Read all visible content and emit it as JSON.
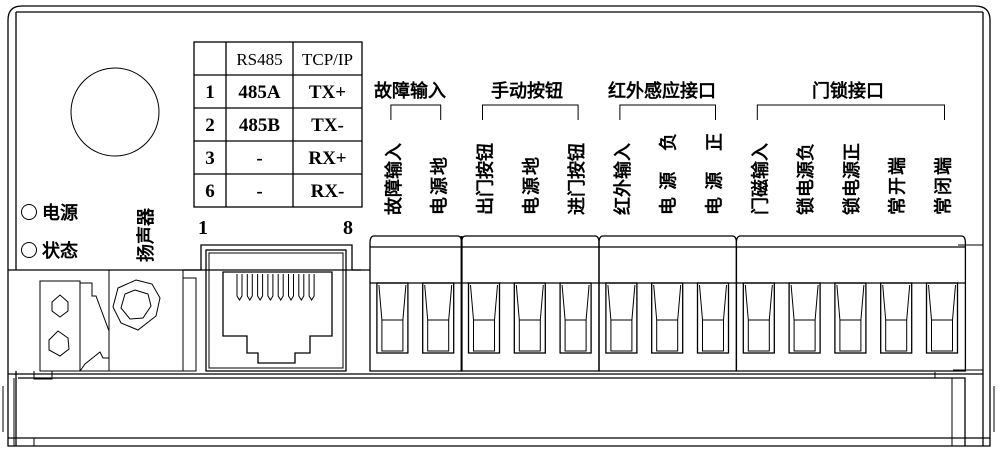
{
  "device": "Access controller front panel wiring diagram",
  "indicators": [
    {
      "label": "电源",
      "icon": "led-indicator-icon"
    },
    {
      "label": "状态",
      "icon": "led-indicator-icon"
    }
  ],
  "speaker_label": "扬声器",
  "rj45": {
    "pin_start": "1",
    "pin_end": "8"
  },
  "pin_table": {
    "headers": [
      "",
      "RS485",
      "TCP/IP"
    ],
    "rows": [
      [
        "1",
        "485A",
        "TX+"
      ],
      [
        "2",
        "485B",
        "TX-"
      ],
      [
        "3",
        "-",
        "RX+"
      ],
      [
        "6",
        "-",
        "RX-"
      ]
    ]
  },
  "terminal_groups": [
    {
      "title": "故障输入",
      "terminals": [
        "故障输入",
        "电源地"
      ]
    },
    {
      "title": "手动按钮",
      "terminals": [
        "出门按钮",
        "电源地",
        "进门按钮"
      ]
    },
    {
      "title": "红外感应接口",
      "terminals": [
        "红外输入",
        "电源 负",
        "电源 正"
      ]
    },
    {
      "title": "门锁接口",
      "terminals": [
        "门磁输入",
        "锁电源负",
        "锁电源正",
        "常开端",
        "常闭端"
      ]
    }
  ]
}
